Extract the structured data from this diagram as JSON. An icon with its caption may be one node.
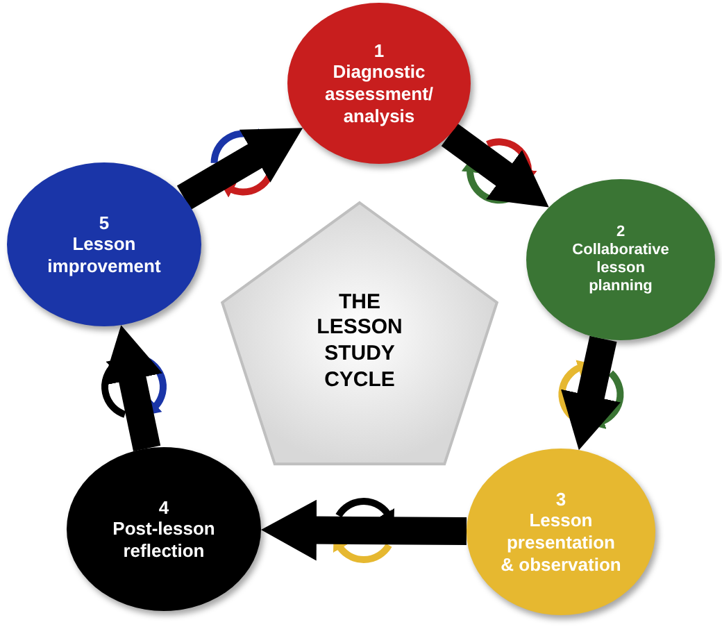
{
  "diagram": {
    "nodes": [
      {
        "text": [
          "1",
          "Diagnostic assessment/ analysis"
        ]
      },
      {
        "text": [
          "2",
          "Collaborative lesson planning"
        ]
      },
      {
        "text": [
          "3",
          "Lesson presentation & observation"
        ]
      },
      {
        "text": [
          "4",
          "Post-lesson reflection"
        ]
      },
      {
        "text": [
          "5",
          "Lesson improvement"
        ]
      },
      {
        "text": [
          "THE LESSON STUDY CYCLE"
        ]
      }
    ],
    "edges": [
      {
        "from": 0,
        "to": 1,
        "arrow": "to"
      },
      {
        "from": 1,
        "to": 2,
        "arrow": "to"
      },
      {
        "from": 2,
        "to": 3,
        "arrow": "to"
      },
      {
        "from": 3,
        "to": 4,
        "arrow": "to"
      },
      {
        "from": 4,
        "to": 0,
        "arrow": "to"
      }
    ]
  }
}
